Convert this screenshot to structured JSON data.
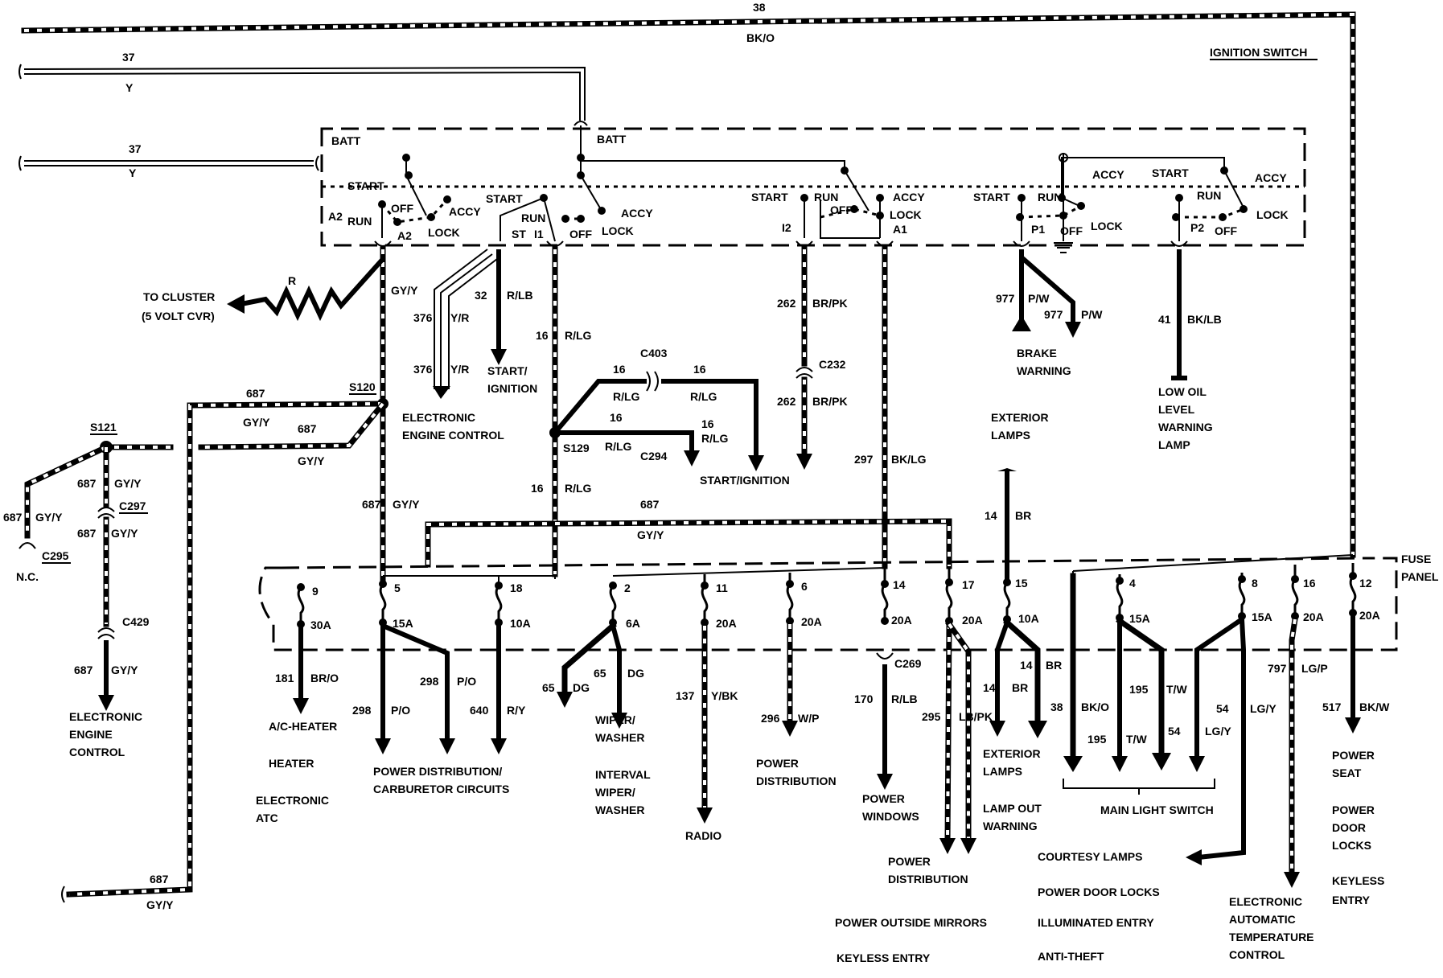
{
  "title": "IGNITION SWITCH",
  "fuse_panel": {
    "line1": "FUSE",
    "line2": "PANEL"
  },
  "top_wires": [
    {
      "circuit": "38",
      "color": "BK/O"
    },
    {
      "circuit": "37",
      "color": "Y"
    },
    {
      "circuit": "37",
      "color": "Y"
    }
  ],
  "switch_terminals": {
    "batt_left": "BATT",
    "batt_top": "BATT",
    "a2": "A2",
    "a2b": "A2",
    "st": "ST",
    "i1": "I1",
    "i2": "I2",
    "a1": "A1",
    "p1": "P1",
    "p2": "P2",
    "start": "START",
    "run": "RUN",
    "off": "OFF",
    "accy": "ACCY",
    "lock": "LOCK"
  },
  "connectors": {
    "s120": "S120",
    "s121": "S121",
    "s129": "S129",
    "c297": "C297",
    "c295": "C295",
    "c429": "C429",
    "c403": "C403",
    "c294": "C294",
    "c232": "C232",
    "c269": "C269"
  },
  "wire_labels": {
    "gy_y": "GY/Y",
    "r": "R",
    "y_r": "Y/R",
    "r_lb": "R/LB",
    "r_lg": "R/LG",
    "br_pk": "BR/PK",
    "bk_lg": "BK/LG",
    "p_w": "P/W",
    "bk_lb": "BK/LB",
    "br": "BR",
    "br_o": "BR/O",
    "p_o": "P/O",
    "r_y": "R/Y",
    "dg": "DG",
    "y_bk": "Y/BK",
    "w_p": "W/P",
    "lb_pk": "LB/PK",
    "bk_o": "BK/O",
    "t_w": "T/W",
    "lg_y": "LG/Y",
    "lg_p": "LG/P",
    "bk_w": "BK/W"
  },
  "circuit_numbers": {
    "n687": "687",
    "n376": "376",
    "n32": "32",
    "n16": "16",
    "n262": "262",
    "n297": "297",
    "n977": "977",
    "n41": "41",
    "n14": "14",
    "n181": "181",
    "n298": "298",
    "n640": "640",
    "n65": "65",
    "n137": "137",
    "n296": "296",
    "n170": "170",
    "n295": "295",
    "n38": "38",
    "n195": "195",
    "n54": "54",
    "n797": "797",
    "n517": "517"
  },
  "fuses": [
    {
      "cavity": "9",
      "amps": "30A"
    },
    {
      "cavity": "5",
      "amps": "15A"
    },
    {
      "cavity": "18",
      "amps": "10A"
    },
    {
      "cavity": "2",
      "amps": "6A"
    },
    {
      "cavity": "11",
      "amps": "20A"
    },
    {
      "cavity": "6",
      "amps": "20A"
    },
    {
      "cavity": "14",
      "amps": "20A"
    },
    {
      "cavity": "17",
      "amps": "20A"
    },
    {
      "cavity": "15",
      "amps": "10A"
    },
    {
      "cavity": "4",
      "amps": "15A"
    },
    {
      "cavity": "8",
      "amps": "15A"
    },
    {
      "cavity": "16",
      "amps": "20A"
    },
    {
      "cavity": "12",
      "amps": "20A"
    }
  ],
  "destinations": {
    "to_cluster_1": "TO CLUSTER",
    "to_cluster_2": "(5 VOLT CVR)",
    "eec1_1": "ELECTRONIC",
    "eec1_2": "ENGINE CONTROL",
    "start_ign_1": "START/",
    "start_ign_2": "IGNITION",
    "start_ign_b": "START/IGNITION",
    "brake_1": "BRAKE",
    "brake_2": "WARNING",
    "lowoil_1": "LOW OIL",
    "lowoil_2": "LEVEL",
    "lowoil_3": "WARNING",
    "lowoil_4": "LAMP",
    "ext_lamps_top_1": "EXTERIOR",
    "ext_lamps_top_2": "LAMPS",
    "nc": "N.C.",
    "eec2_1": "ELECTRONIC",
    "eec2_2": "ENGINE",
    "eec2_3": "CONTROL",
    "ac_heater": "A/C-HEATER",
    "heater": "HEATER",
    "atc_1": "ELECTRONIC",
    "atc_2": "ATC",
    "pwr_dist_carb_1": "POWER DISTRIBUTION/",
    "pwr_dist_carb_2": "CARBURETOR CIRCUITS",
    "wiper_washer_1": "WIPER/",
    "wiper_washer_2": "WASHER",
    "interval_1": "INTERVAL",
    "interval_2": "WIPER/",
    "interval_3": "WASHER",
    "radio": "RADIO",
    "pwr_dist_1": "POWER",
    "pwr_dist_2": "DISTRIBUTION",
    "pwr_windows_1": "POWER",
    "pwr_windows_2": "WINDOWS",
    "pwr_dist_b1": "POWER",
    "pwr_dist_b2": "DISTRIBUTION",
    "pwr_mirrors": "POWER OUTSIDE MIRRORS",
    "keyless_a": "KEYLESS ENTRY",
    "ext_lamps_1": "EXTERIOR",
    "ext_lamps_2": "LAMPS",
    "lamp_out_1": "LAMP OUT",
    "lamp_out_2": "WARNING",
    "main_light_switch": "MAIN LIGHT SWITCH",
    "courtesy": "COURTESY LAMPS",
    "pwr_door_locks": "POWER DOOR LOCKS",
    "illum_entry": "ILLUMINATED ENTRY",
    "anti_theft": "ANTI-THEFT",
    "eatc_1": "ELECTRONIC",
    "eatc_2": "AUTOMATIC",
    "eatc_3": "TEMPERATURE",
    "eatc_4": "CONTROL",
    "pwr_seat_1": "POWER",
    "pwr_seat_2": "SEAT",
    "pdl_1": "POWER",
    "pdl_2": "DOOR",
    "pdl_3": "LOCKS",
    "keyless_b1": "KEYLESS",
    "keyless_b2": "ENTRY"
  }
}
